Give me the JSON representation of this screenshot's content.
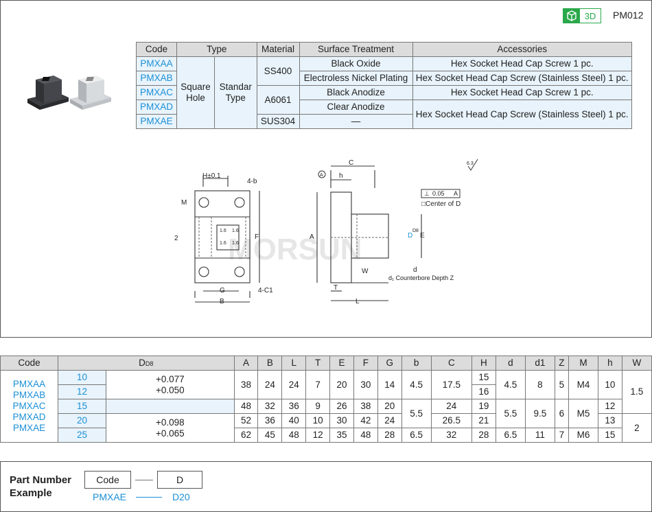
{
  "header": {
    "badge_3d": "3D",
    "product_code": "PM012"
  },
  "spec_table": {
    "headers": [
      "Code",
      "Type",
      "Material",
      "Surface Treatment",
      "Accessories"
    ],
    "codes": [
      "PMXAA",
      "PMXAB",
      "PMXAC",
      "PMXAD",
      "PMXAE"
    ],
    "type_1": "Square\nHole",
    "type_2": "Standar\nType",
    "materials": [
      "SS400",
      "A6061",
      "SUS304"
    ],
    "surface": [
      "Black Oxide",
      "Electroless Nickel Plating",
      "Black Anodize",
      "Clear Anodize",
      "—"
    ],
    "accessories": [
      "Hex Socket Head Cap Screw 1 pc.",
      "Hex Socket Head Cap Screw (Stainless Steel) 1 pc.",
      "Hex Socket Head Cap Screw 1 pc.",
      "Hex Socket Head Cap Screw (Stainless Steel) 1 pc."
    ]
  },
  "drawing": {
    "labels": {
      "h01": "H±0.1",
      "b4": "4-b",
      "m": "M",
      "two": "2",
      "f": "F",
      "g": "G",
      "b": "B",
      "c1": "4-C1",
      "a_ref": "A",
      "c": "C",
      "h": "h",
      "a": "A",
      "w": "W",
      "t": "T",
      "l": "L",
      "e": "E",
      "dd8": "D",
      "dd8_sub": "D8",
      "tol": "0.05",
      "tol_ref": "A",
      "center": "Center of D",
      "d": "d",
      "counterbore": "d₁ Counterbore Depth Z",
      "rough": "6.3",
      "r16": "1.6",
      "r16b": "1.6",
      "r16c": "1.6",
      "r16d": "1.6"
    },
    "watermark": "MORSUN"
  },
  "dim_table": {
    "headers": [
      "Code",
      "D",
      "A",
      "B",
      "L",
      "T",
      "E",
      "F",
      "G",
      "b",
      "C",
      "H",
      "d",
      "d1",
      "Z",
      "M",
      "h",
      "W"
    ],
    "d_sub": "D8",
    "codes": [
      "PMXAA",
      "PMXAB",
      "PMXAC",
      "PMXAD",
      "PMXAE"
    ],
    "tol_1": "+0.077\n+0.050",
    "tol_2": "+0.098\n+0.065",
    "rows": [
      {
        "D": "10",
        "A": "38",
        "B": "24",
        "L": "24",
        "T": "7",
        "E": "20",
        "F": "30",
        "G": "14",
        "b": "4.5",
        "C": "17.5",
        "H": "15",
        "d": "4.5",
        "d1": "8",
        "Z": "5",
        "M": "M4",
        "h": "10",
        "W": "1.5"
      },
      {
        "D": "12",
        "H": "16"
      },
      {
        "D": "15",
        "A": "48",
        "B": "32",
        "L": "36",
        "T": "9",
        "E": "26",
        "F": "38",
        "G": "20",
        "b": "5.5",
        "C": "24",
        "H": "19",
        "d": "5.5",
        "d1": "9.5",
        "Z": "6",
        "M": "M5",
        "h": "12",
        "W": "2"
      },
      {
        "D": "20",
        "A": "52",
        "B": "36",
        "L": "40",
        "T": "10",
        "E": "30",
        "F": "42",
        "G": "24",
        "C": "26.5",
        "H": "21",
        "h": "13"
      },
      {
        "D": "25",
        "A": "62",
        "B": "45",
        "L": "48",
        "T": "12",
        "E": "35",
        "F": "48",
        "G": "28",
        "b": "6.5",
        "C": "32",
        "H": "28",
        "d": "6.5",
        "d1": "11",
        "Z": "7",
        "M": "M6",
        "h": "15"
      }
    ]
  },
  "example": {
    "title": "Part Number\nExample",
    "code_label": "Code",
    "d_label": "D",
    "code_value": "PMXAE",
    "d_value": "D20"
  }
}
